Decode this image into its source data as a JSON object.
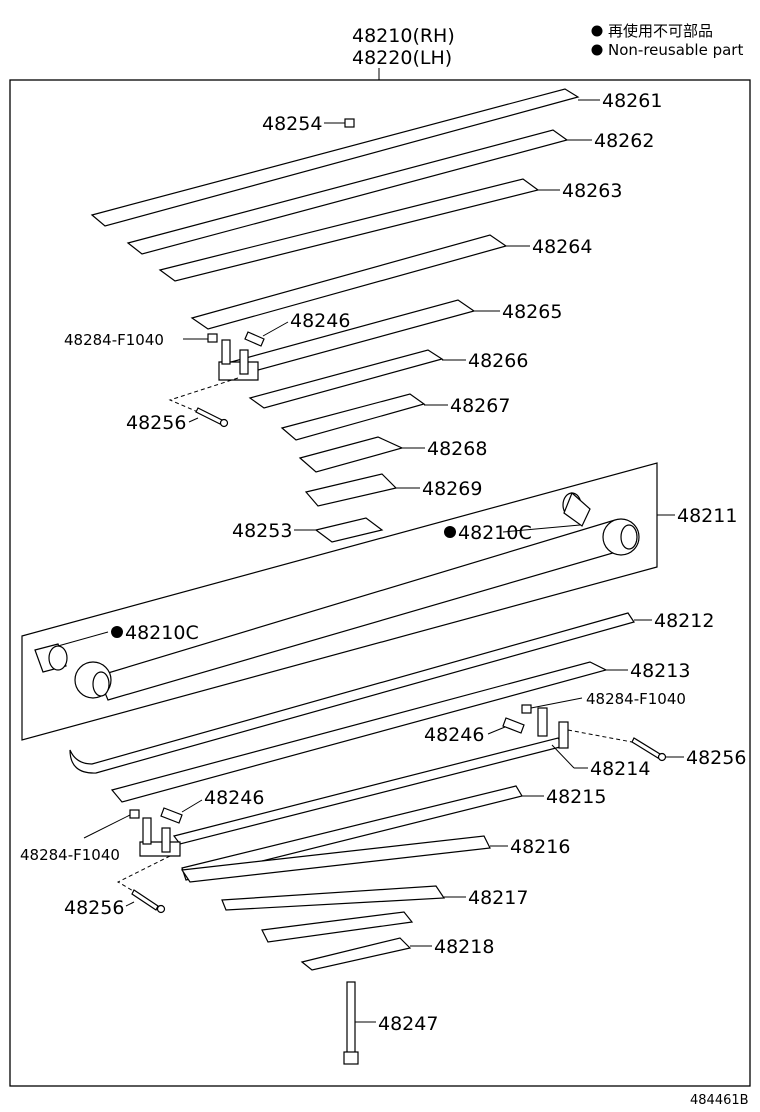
{
  "title": {
    "rh": "48210(RH)",
    "lh": "48220(LH)"
  },
  "legend": {
    "jp": "再使用不可部品",
    "en": "Non-reusable part"
  },
  "figure_id": "484461B",
  "labels": {
    "p48261": "48261",
    "p48254": "48254",
    "p48262": "48262",
    "p48263": "48263",
    "p48264": "48264",
    "p48265": "48265",
    "p48246a": "48246",
    "p48284a": "48284-F1040",
    "p48266": "48266",
    "p48256a": "48256",
    "p48267": "48267",
    "p48268": "48268",
    "p48269": "48269",
    "p48253": "48253",
    "p48210c_a": "48210C",
    "p48211": "48211",
    "p48210c_b": "48210C",
    "p48212": "48212",
    "p48213": "48213",
    "p48284b": "48284-F1040",
    "p48246b": "48246",
    "p48256b": "48256",
    "p48214": "48214",
    "p48246c": "48246",
    "p48215": "48215",
    "p48284c": "48284-F1040",
    "p48216": "48216",
    "p48256c": "48256",
    "p48217": "48217",
    "p48218": "48218",
    "p48247": "48247"
  }
}
